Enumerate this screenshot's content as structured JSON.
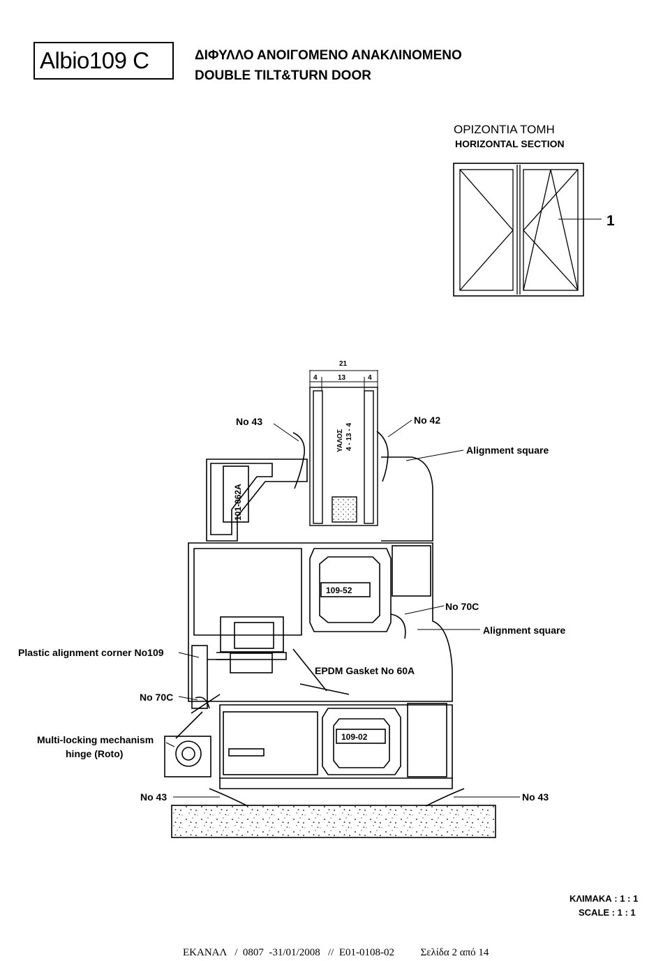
{
  "header": {
    "model": "Albio109 C",
    "title_gr": "ΔΙΦΥΛΛΟ ΑΝΟΙΓΟΜΕΝΟ ΑΝΑΚΛΙΝΟΜΕΝΟ",
    "title_en": "DOUBLE TILT&TURN DOOR"
  },
  "section": {
    "title_gr": "ΟΡΙΖΟΝΤΙΑ ΤΟΜΗ",
    "title_en": "HORIZONTAL SECTION",
    "marker": "1"
  },
  "dimensions": {
    "total": "21",
    "side_left": "4",
    "middle": "13",
    "side_right": "4"
  },
  "glass": {
    "label_gr": "ΥΑΛΟΣ",
    "spec": "4 - 13 - 4"
  },
  "labels": {
    "no43_top": "No 43",
    "no42": "No 42",
    "align_square_1": "Alignment square",
    "profile_101": "101-062A",
    "profile_109_52": "109-52",
    "no70c_right": "No 70C",
    "align_square_2": "Alignment square",
    "plastic_corner": "Plastic alignment corner No109",
    "epdm": "EPDM Gasket No 60A",
    "no70c_left": "No 70C",
    "multi_lock_1": "Multi-locking mechanism",
    "multi_lock_2": "hinge  (Roto)",
    "profile_109_02": "109-02",
    "no43_bottom_left": "No 43",
    "no43_bottom_right": "No 43"
  },
  "scale": {
    "gr": "ΚΛΙΜΑΚΑ :  1 : 1",
    "en": "SCALE :  1 : 1"
  },
  "footer": "ΕΚΑΝΑΛ   /  0807  -31/01/2008   //  E01-0108-02          Σελίδα 2 από 14"
}
